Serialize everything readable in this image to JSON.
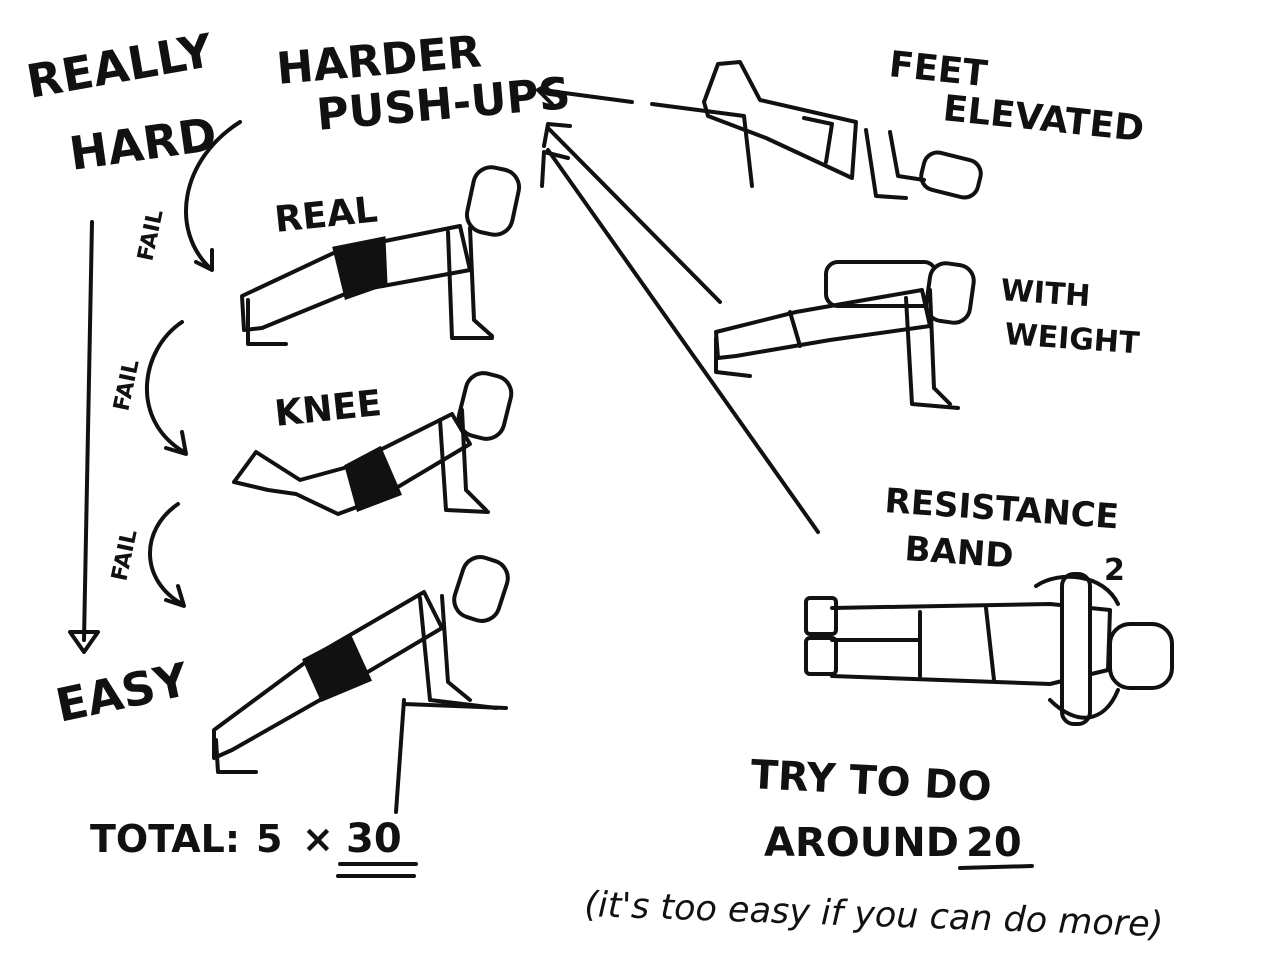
{
  "difficulty_scale": {
    "top": [
      "REALLY",
      "HARD"
    ],
    "bottom": "EASY"
  },
  "progression_labels": [
    "FAIL",
    "FAIL",
    "FAIL"
  ],
  "harder_title": [
    "HARDER",
    "PUSH-UPS"
  ],
  "exercises": {
    "real": "REAL",
    "knee": "KNEE"
  },
  "variations": {
    "feet_elevated": [
      "FEET",
      "ELEVATED"
    ],
    "with_weight": [
      "WITH",
      "WEIGHT"
    ],
    "resistance_band": [
      "RESISTANCE",
      "BAND"
    ],
    "resistance_band_marker": "2"
  },
  "total": {
    "label": "TOTAL:",
    "sets": "5",
    "times": "×",
    "reps": "30"
  },
  "goal": {
    "line1": "TRY TO DO",
    "line2_prefix": "AROUND",
    "line2_value": "20",
    "note": "(it's too easy if you can do more)"
  },
  "ink_color": "#111111"
}
